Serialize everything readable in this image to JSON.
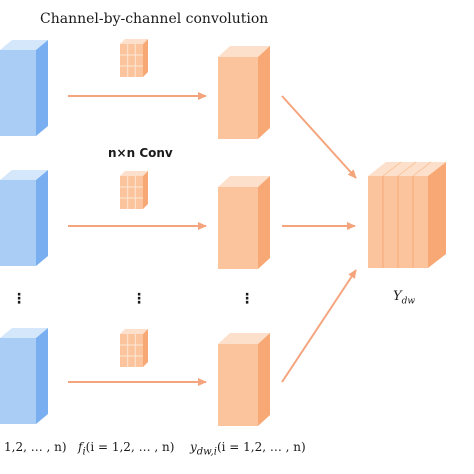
{
  "title": "Channel-by-channel convolution",
  "conv_label": "n×n Conv",
  "output_label": {
    "main": "Y",
    "sub": "dw"
  },
  "bottom_labels": {
    "input": "1,2, … , n)",
    "filter_symbol": "f",
    "filter_sub": "i",
    "filter_range": "(i = 1,2, … , n)",
    "output_symbol": "y",
    "output_sub": "dw,i",
    "output_range": "(i = 1,2, … , n)"
  },
  "colors": {
    "input_front": "#a9cdf5",
    "input_side": "#79aef0",
    "input_top": "#d4e7fb",
    "feature_front": "#fbc49c",
    "feature_side": "#f7a874",
    "feature_top": "#fde0cb",
    "arrow": "#f4a57d"
  },
  "icons": {
    "ellipsis": "vertical-ellipsis-icon"
  }
}
